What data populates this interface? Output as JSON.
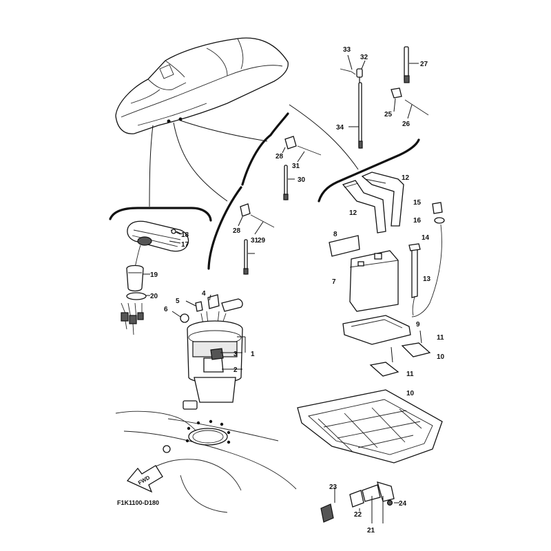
{
  "diagram": {
    "code": "F1K1100-D180",
    "fwd_label": "FWD",
    "callouts": {
      "c1": "1",
      "c2": "2",
      "c3": "3",
      "c4": "4",
      "c5": "5",
      "c6": "6",
      "c7": "7",
      "c8": "8",
      "c9": "9",
      "c10a": "10",
      "c10b": "10",
      "c11a": "11",
      "c11b": "11",
      "c12a": "12",
      "c12b": "12",
      "c13": "13",
      "c14": "14",
      "c15": "15",
      "c16": "16",
      "c17": "17",
      "c18": "18",
      "c19": "19",
      "c20": "20",
      "c21": "21",
      "c22": "22",
      "c23": "23",
      "c24": "24",
      "c25": "25",
      "c26": "26",
      "c27": "27",
      "c28a": "28",
      "c28b": "28",
      "c29": "29",
      "c30": "30",
      "c31a": "31",
      "c31b": "31",
      "c32": "32",
      "c33": "33",
      "c34": "34"
    }
  }
}
